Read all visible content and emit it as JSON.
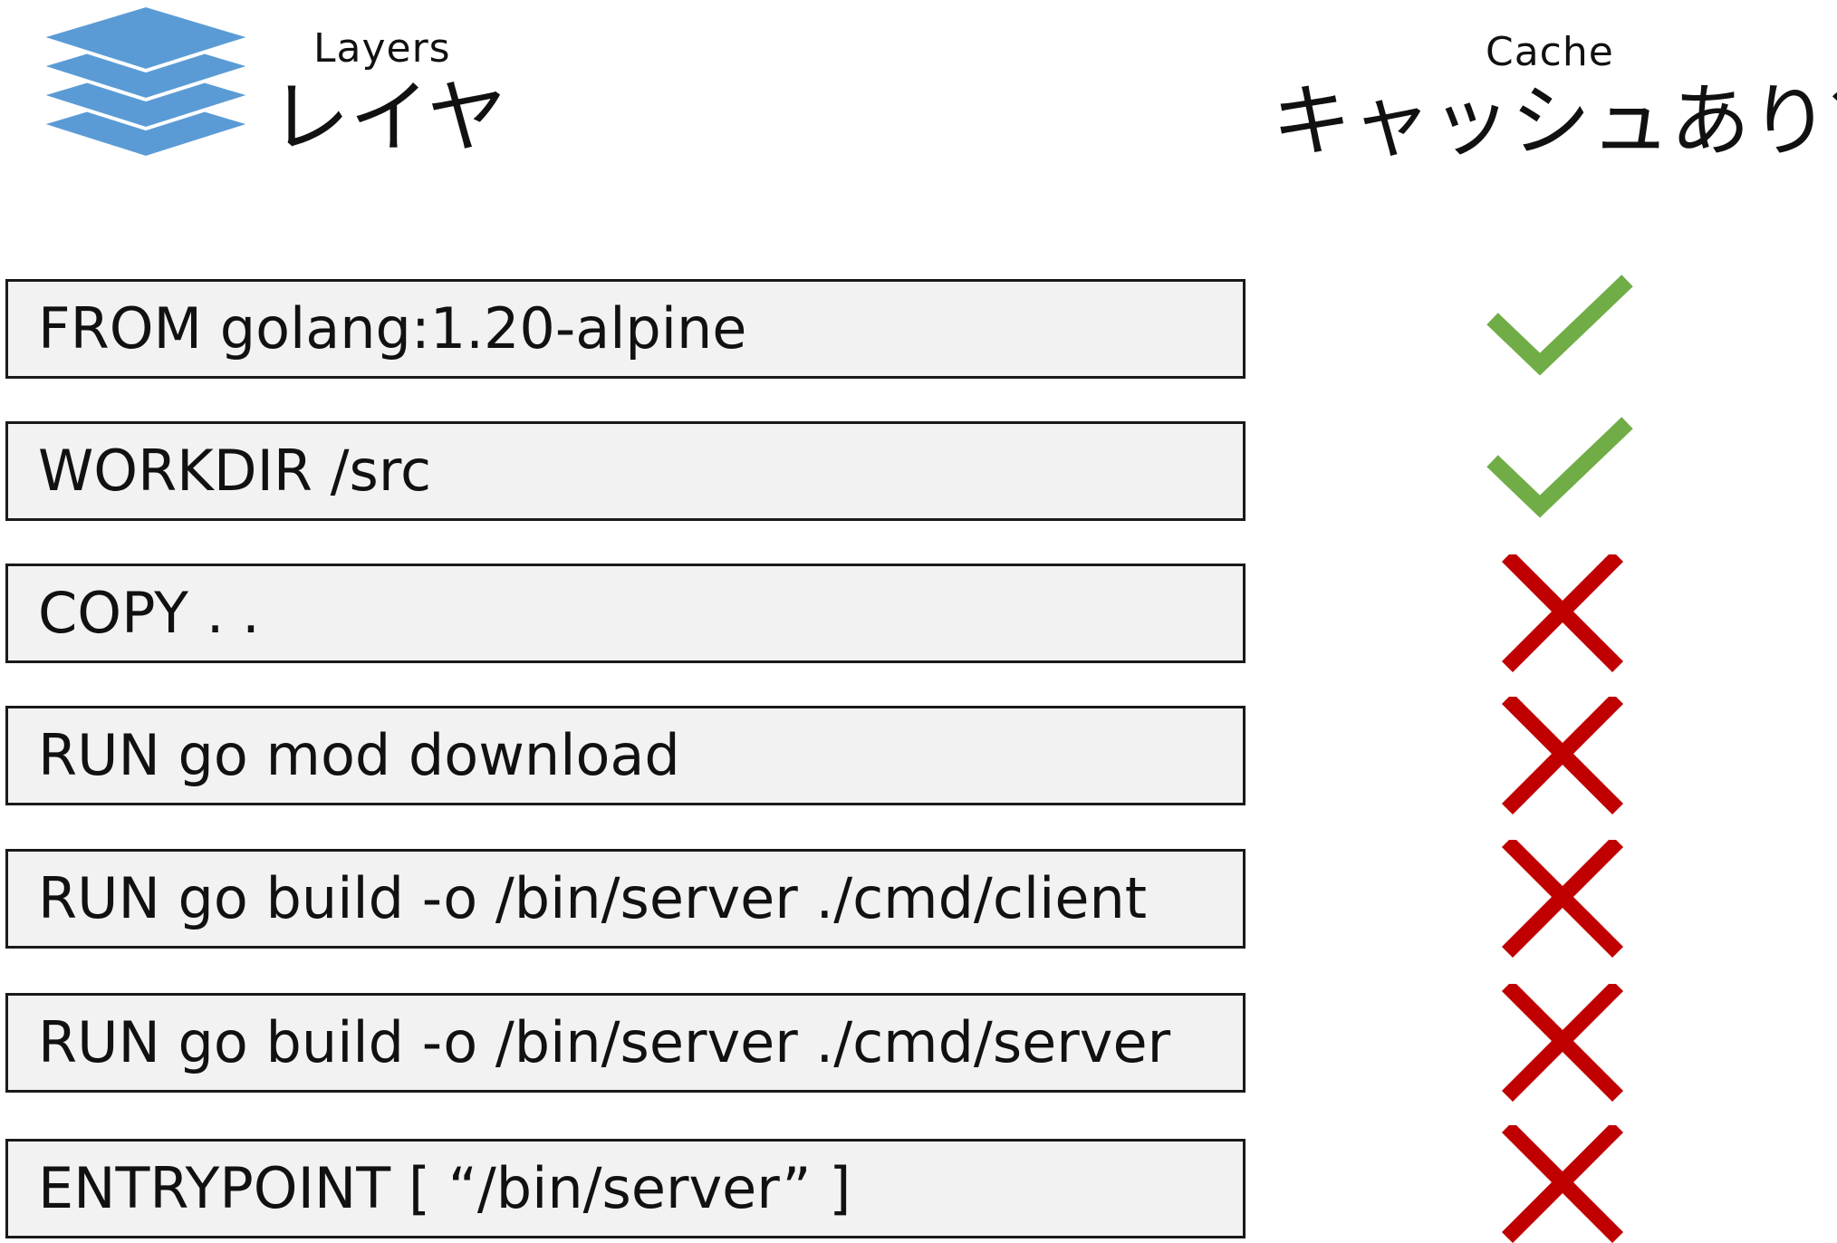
{
  "header": {
    "layers_label_en": "Layers",
    "layers_label_ja": "レイヤ",
    "cache_label_en": "Cache",
    "cache_label_ja": "キャッシュあり？"
  },
  "icons": {
    "layers": "layers-stack-icon",
    "cached": "check-icon",
    "not_cached": "cross-icon"
  },
  "colors": {
    "layer_icon": "#5b9bd5",
    "check": "#70ad47",
    "cross": "#c00000",
    "row_fill": "#f2f2f2",
    "row_border": "#1a1a1a"
  },
  "layers": [
    {
      "instruction": "FROM golang:1.20-alpine",
      "cached": true
    },
    {
      "instruction": "WORKDIR /src",
      "cached": true
    },
    {
      "instruction": "COPY . .",
      "cached": false
    },
    {
      "instruction": "RUN go mod download",
      "cached": false
    },
    {
      "instruction": "RUN go build -o /bin/server ./cmd/client",
      "cached": false
    },
    {
      "instruction": "RUN go build -o /bin/server ./cmd/server",
      "cached": false
    },
    {
      "instruction": "ENTRYPOINT [ “/bin/server” ]",
      "cached": false
    }
  ]
}
